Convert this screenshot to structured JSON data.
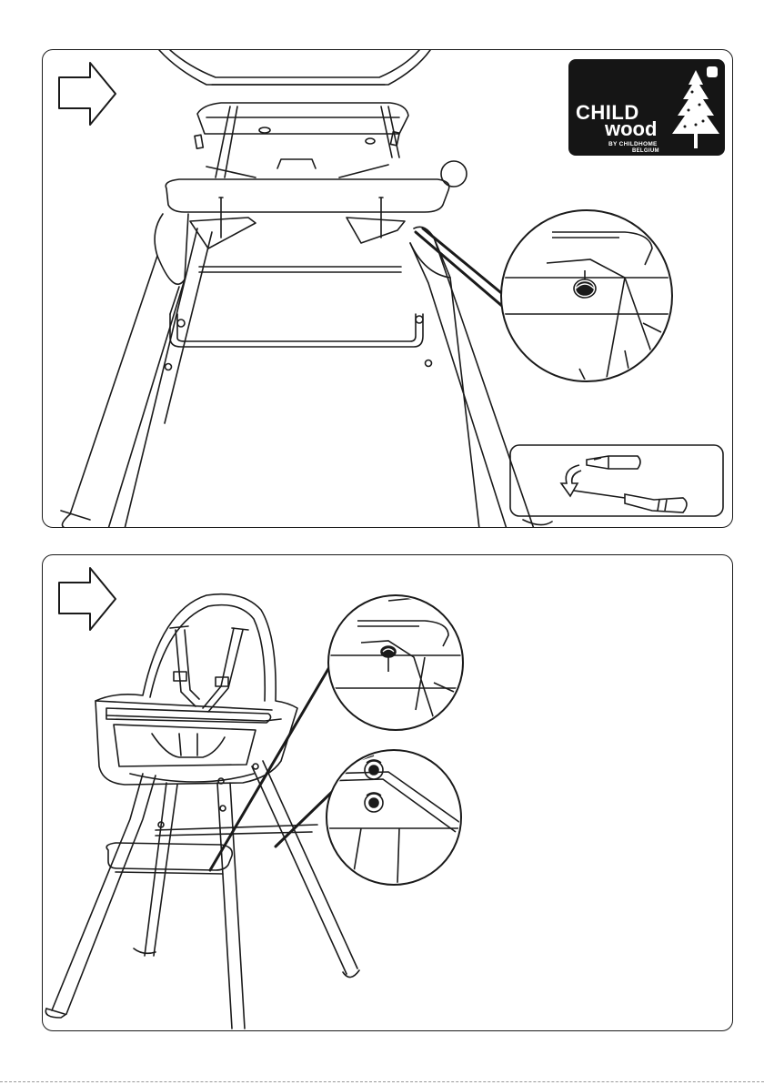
{
  "logo": {
    "line1": "CHILD",
    "line2": "wood",
    "line3": "BY CHILDHOME",
    "line4": "BELGIUM",
    "background": "#151515"
  },
  "icons": {
    "step_arrow": "right-arrow-outline-icon",
    "tree": "pine-tree-icon",
    "screwdriver": "screwdriver-icon",
    "bit": "screwdriver-bit-icon"
  },
  "colors": {
    "line": "#1a1a1a",
    "background": "#ffffff"
  }
}
